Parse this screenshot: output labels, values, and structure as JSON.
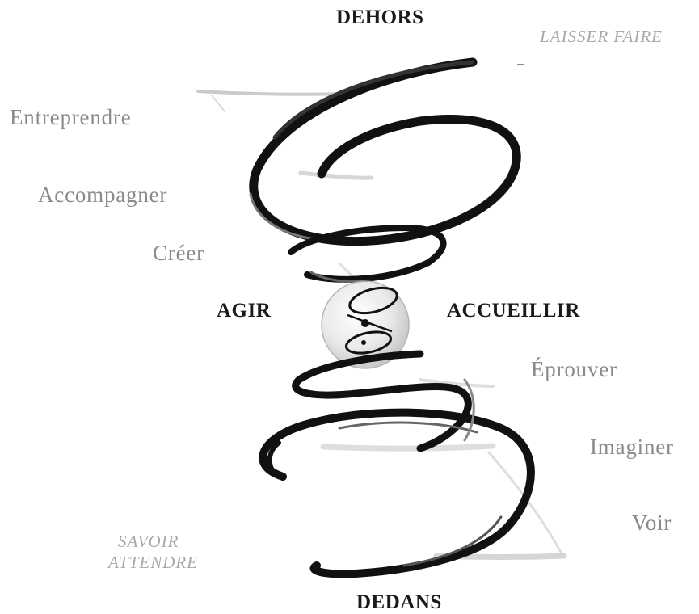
{
  "labels": {
    "top": "DEHORS",
    "bottom": "DEDANS",
    "left": "AGIR",
    "right": "ACCUEILLIR",
    "top_right": "LAISSER FAIRE",
    "bottom_left_1": "SAVOIR",
    "bottom_left_2": "ATTENDRE"
  },
  "left_steps": [
    "Entreprendre",
    "Accompagner",
    "Créer"
  ],
  "right_steps": [
    "Éprouver",
    "Imaginer",
    "Voir"
  ],
  "colors": {
    "stroke": "#111111",
    "strong_text": "#1a1a1a",
    "soft_text": "#8a8a8a",
    "faint_text": "#a8a8a8",
    "sphere": "#d9d9d9"
  }
}
